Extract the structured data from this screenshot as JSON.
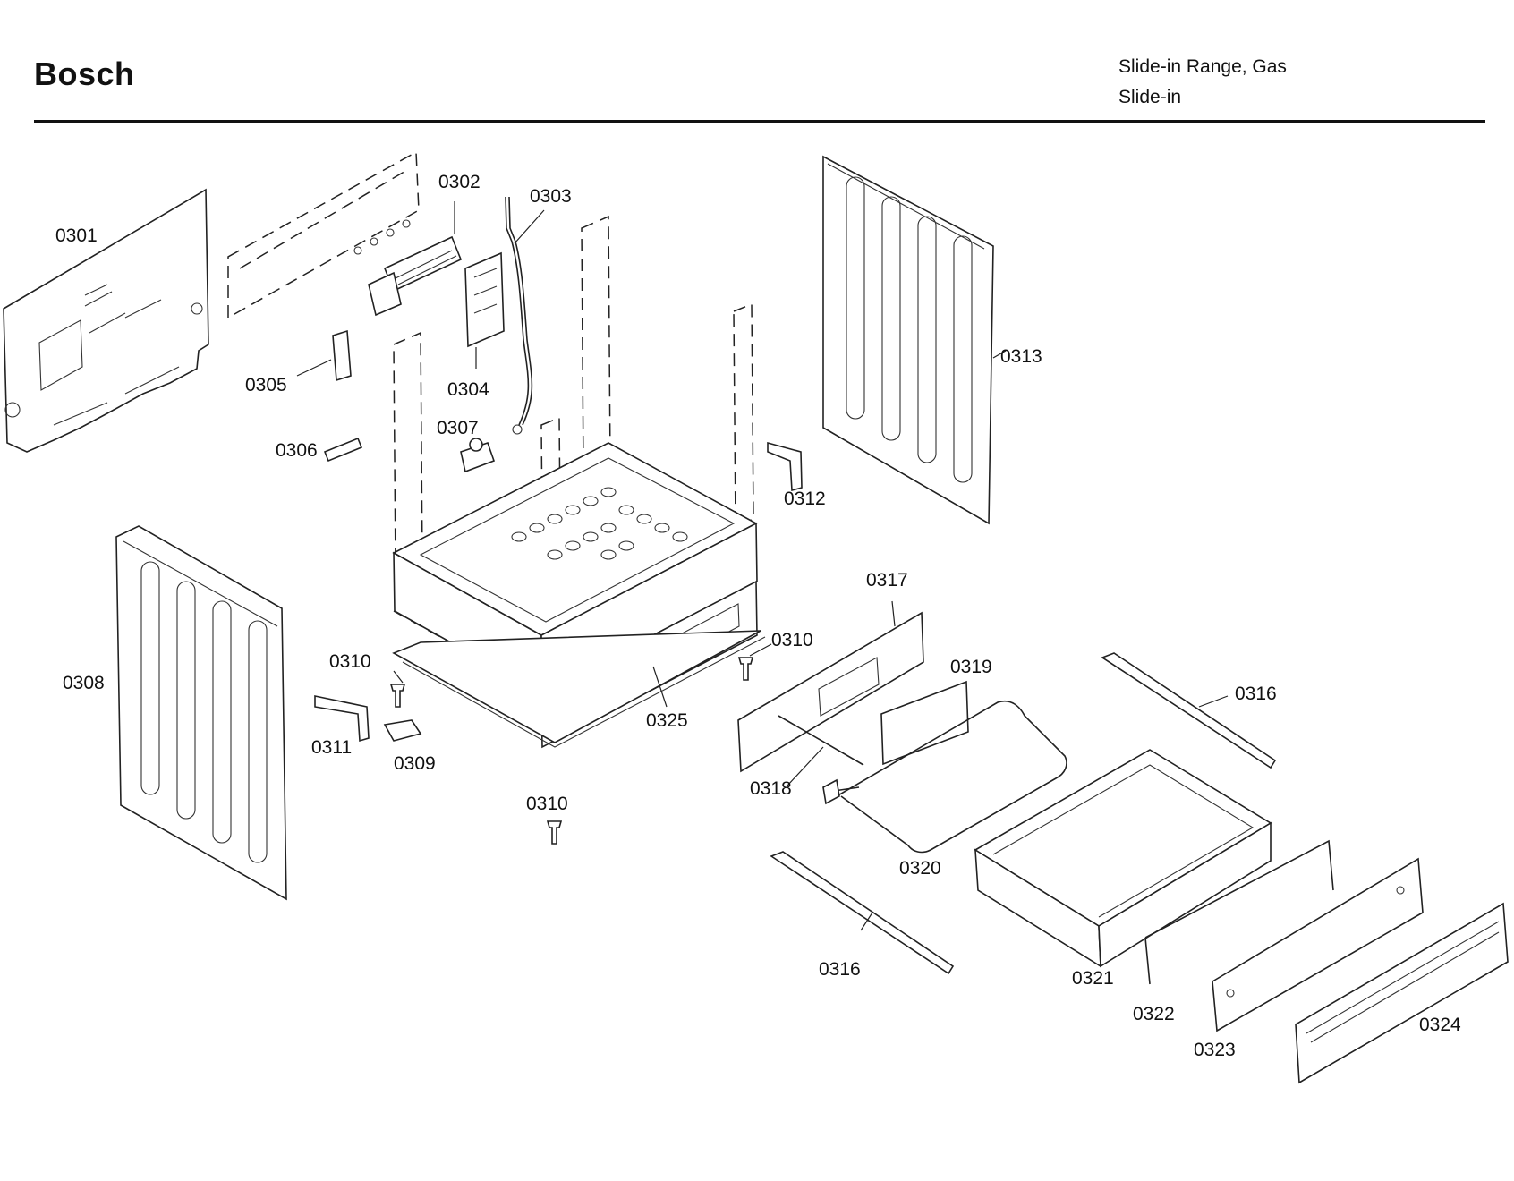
{
  "header": {
    "brand": "Bosch",
    "product_line1": "Slide-in Range, Gas",
    "product_line2": "Slide-in"
  },
  "callouts": [
    {
      "id": "c0301",
      "text": "0301"
    },
    {
      "id": "c0302",
      "text": "0302"
    },
    {
      "id": "c0303",
      "text": "0303"
    },
    {
      "id": "c0304",
      "text": "0304"
    },
    {
      "id": "c0305",
      "text": "0305"
    },
    {
      "id": "c0306",
      "text": "0306"
    },
    {
      "id": "c0307",
      "text": "0307"
    },
    {
      "id": "c0308",
      "text": "0308"
    },
    {
      "id": "c0309",
      "text": "0309"
    },
    {
      "id": "c0310a",
      "text": "0310"
    },
    {
      "id": "c0310b",
      "text": "0310"
    },
    {
      "id": "c0310c",
      "text": "0310"
    },
    {
      "id": "c0311",
      "text": "0311"
    },
    {
      "id": "c0312",
      "text": "0312"
    },
    {
      "id": "c0313",
      "text": "0313"
    },
    {
      "id": "c0316a",
      "text": "0316"
    },
    {
      "id": "c0316b",
      "text": "0316"
    },
    {
      "id": "c0317",
      "text": "0317"
    },
    {
      "id": "c0318",
      "text": "0318"
    },
    {
      "id": "c0319",
      "text": "0319"
    },
    {
      "id": "c0320",
      "text": "0320"
    },
    {
      "id": "c0321",
      "text": "0321"
    },
    {
      "id": "c0322",
      "text": "0322"
    },
    {
      "id": "c0323",
      "text": "0323"
    },
    {
      "id": "c0324",
      "text": "0324"
    },
    {
      "id": "c0325",
      "text": "0325"
    }
  ]
}
